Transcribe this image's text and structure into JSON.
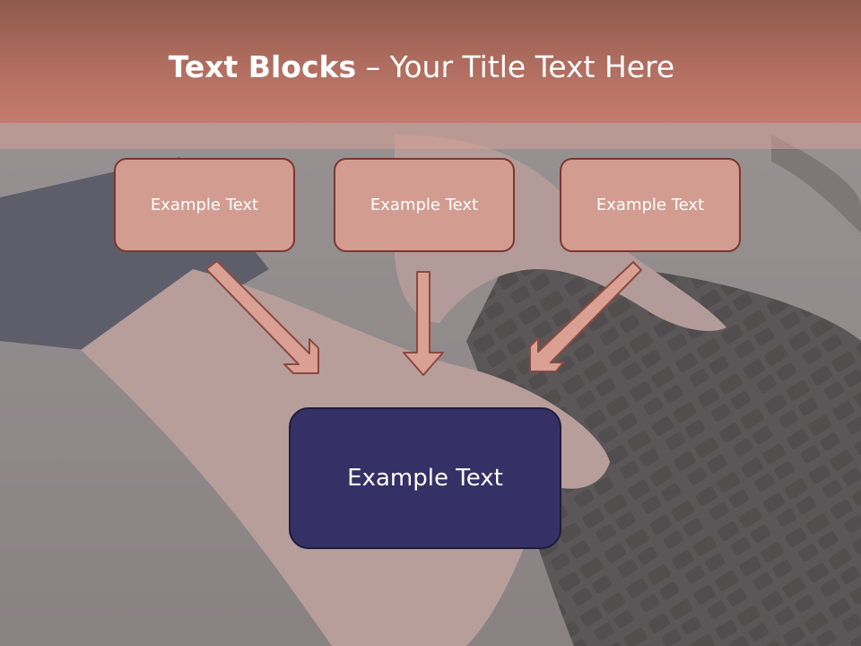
{
  "slide": {
    "title_bold": "Text Blocks",
    "title_dash": " – ",
    "title_rest": "Your Title Text Here",
    "box_top_left": "Example Text",
    "box_top_center": "Example Text",
    "box_top_right": "Example Text",
    "box_main": "Example Text"
  },
  "colors": {
    "header": "#b16e60",
    "small_box_fill": "#d39c90",
    "small_box_border": "#7a372f",
    "main_box_fill": "#353166",
    "arrow_fill": "#d9a093",
    "arrow_stroke": "#8a4a40"
  }
}
